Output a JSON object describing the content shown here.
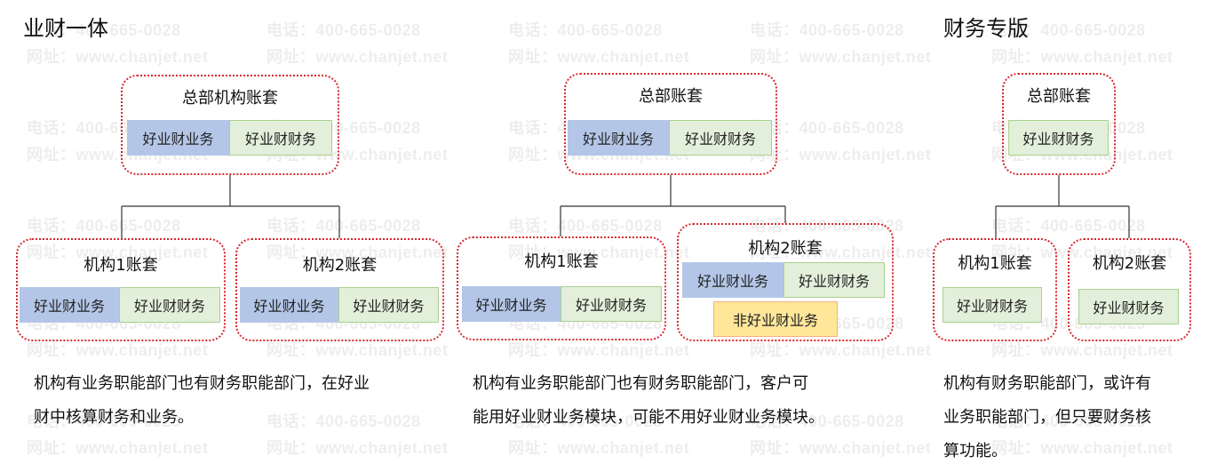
{
  "watermark": {
    "phone": "电话：400-665-0028",
    "site": "网址：www.chanjet.net"
  },
  "headings": {
    "left": "业财一体",
    "right": "财务专版"
  },
  "labels": {
    "hq_org_ledger": "总部机构账套",
    "hq_ledger": "总部账套",
    "org1_ledger": "机构1账套",
    "org2_ledger": "机构2账套",
    "biz_module": "好业财业务",
    "fin_module": "好业财财务",
    "non_biz_module": "非好业财业务"
  },
  "descriptions": {
    "left": [
      "机构有业务职能部门也有财务职能部门，在好业",
      "财中核算财务和业务。"
    ],
    "middle": [
      "机构有业务职能部门也有财务职能部门，客户可",
      "能用好业财业务模块，可能不用好业财业务模块。"
    ],
    "right": [
      "机构有财务职能部门，或许有",
      "业务职能部门，但只要财务核",
      "算功能。"
    ]
  },
  "colors": {
    "border": "#d9272e",
    "biz_fill": "#b4c6e7",
    "fin_fill": "#e2efda",
    "non_biz_fill": "#ffe699"
  }
}
